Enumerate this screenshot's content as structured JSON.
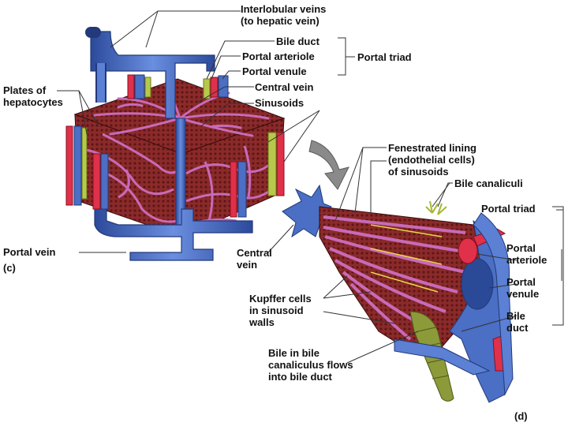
{
  "diagram": {
    "colors": {
      "tissue": "#8b2a2a",
      "tissue_dark": "#5e1616",
      "sinusoid": "#c86ab8",
      "vein": "#4a6fc4",
      "vein_dark": "#22397a",
      "artery": "#e0304a",
      "bile": "#b7c94a",
      "leader": "#333333"
    },
    "labels_c": {
      "interlobular_veins": "Interlobular veins\n(to hepatic vein)",
      "bile_duct": "Bile duct",
      "portal_arteriole": "Portal arteriole",
      "portal_venule": "Portal venule",
      "portal_triad": "Portal triad",
      "central_vein": "Central vein",
      "sinusoids": "Sinusoids",
      "plates_of_hepatocytes": "Plates of\nhepatocytes",
      "portal_vein": "Portal vein",
      "panel": "(c)"
    },
    "labels_d": {
      "fenestrated_lining": "Fenestrated lining\n(endothelial cells)\nof sinusoids",
      "bile_canaliculi": "Bile canaliculi",
      "portal_triad": "Portal triad",
      "portal_arteriole": "Portal\narteriole",
      "portal_venule": "Portal\nvenule",
      "bile_duct": "Bile\nduct",
      "central_vein": "Central\nvein",
      "kupffer_cells": "Kupffer cells\nin sinusoid\nwalls",
      "bile_flow": "Bile in bile\ncanaliculus flows\ninto bile duct",
      "panel": "(d)"
    }
  }
}
